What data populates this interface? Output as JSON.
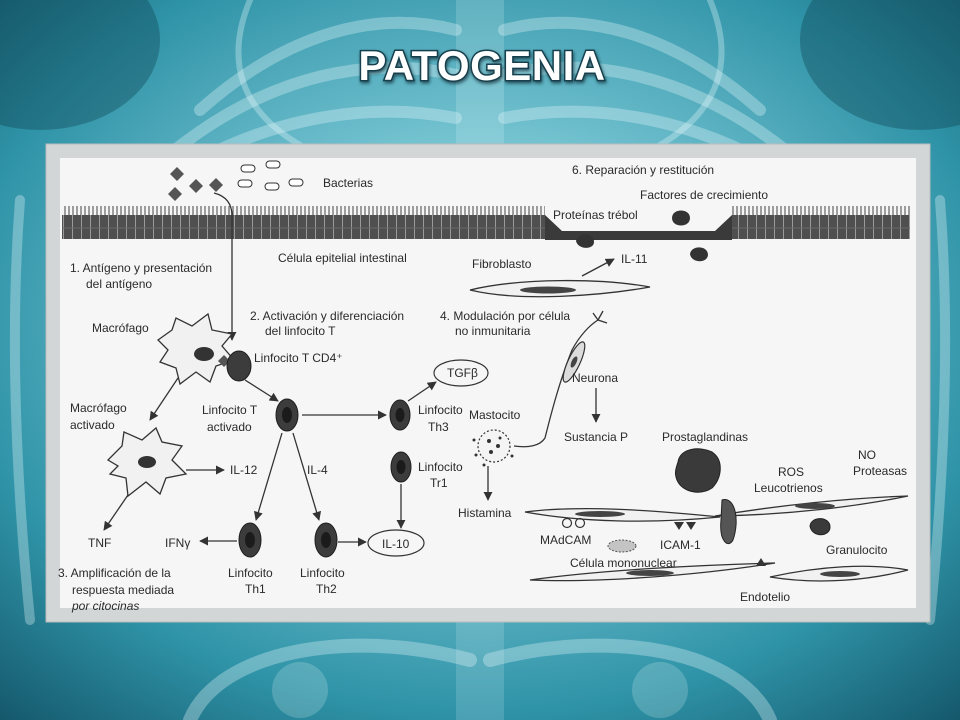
{
  "slide": {
    "title": "PATOGENIA"
  },
  "diagram": {
    "bacteria": "Bacterias",
    "repair_title": "6. Reparación y restitución",
    "growth_factors": "Factores de crecimiento",
    "trefoil_proteins": "Proteínas trébol",
    "epithelial_cell": "Célula epitelial intestinal",
    "step1": [
      "1. Antígeno y presentación",
      "del antígeno"
    ],
    "step2": [
      "2. Activación y diferenciación",
      "del linfocito T"
    ],
    "step3": [
      "3. Amplificación de la",
      "respuesta mediada",
      "por citocinas"
    ],
    "step4": [
      "4. Modulación por célula",
      "no inmunitaria"
    ],
    "cells": {
      "macrophage": "Macrófago",
      "cd4_lymphocyte": "Linfocito T CD4⁺",
      "activated_macrophage": [
        "Macrófago",
        "activado"
      ],
      "activated_t": [
        "Linfocito T",
        "activado"
      ],
      "th3": [
        "Linfocito",
        "Th3"
      ],
      "tr1": [
        "Linfocito",
        "Tr1"
      ],
      "th1": [
        "Linfocito",
        "Th1"
      ],
      "th2": [
        "Linfocito",
        "Th2"
      ],
      "fibroblast": "Fibroblasto",
      "neuron": "Neurona",
      "mast_cell": "Mastocito",
      "mononuclear": "Célula mononuclear",
      "granulocyte": "Granulocito",
      "endothelium": "Endotelio"
    },
    "mediators": {
      "il11": "IL-11",
      "tgfb": "TGFβ",
      "il12": "IL-12",
      "il4": "IL-4",
      "il10": "IL-10",
      "tnf": "TNF",
      "ifng": "IFNγ",
      "substance_p": "Sustancia P",
      "histamine": "Histamina",
      "prostaglandins": "Prostaglandinas",
      "no": "NO",
      "proteases": "Proteasas",
      "ros": "ROS",
      "leukotrienes": "Leucotrienos",
      "madcam": "MAdCAM",
      "icam1": "ICAM-1"
    }
  },
  "colors": {
    "background_teal": "#3fa3b4",
    "title_fill": "#ffffff",
    "title_outline": "#16404e",
    "panel_frame": "#d3d6d6",
    "panel_paper": "#f6f6f6",
    "ink": "#2a2a2a"
  }
}
